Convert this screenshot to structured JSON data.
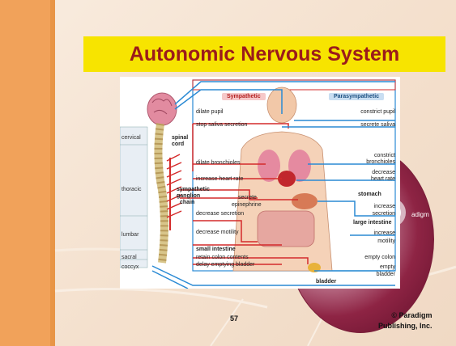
{
  "slide": {
    "title": "Autonomic Nervous System",
    "page_number": "57",
    "copyright_line1": "© Paradigm",
    "copyright_line2": "Publishing, Inc.",
    "disc_text": "adigm"
  },
  "figure": {
    "sympathetic_header": "Sympathetic",
    "parasympathetic_header": "Parasympathetic",
    "spine_regions": [
      "cervical",
      "thoracic",
      "lumbar",
      "sacral",
      "coccyx"
    ],
    "structure_labels": {
      "spinal_cord": [
        "spinal",
        "cord"
      ],
      "ganglion_chain": [
        "sympathetic",
        "ganglion",
        "chain"
      ],
      "stomach": "stomach",
      "large_intestine": "large intestine",
      "small_intestine": "small intestine",
      "bladder": "bladder"
    },
    "sympathetic_effects": [
      "dilate pupil",
      "stop saliva secretion",
      "dilate bronchioles",
      "increase heart rate",
      "secrete",
      "epinephrine",
      "decrease secretion",
      "decrease motility",
      "retain colon contents",
      "delay emptying bladder"
    ],
    "parasympathetic_effects": [
      "constrict pupil",
      "secrete saliva",
      "constrict",
      "bronchioles",
      "decrease",
      "heart rate",
      "increase",
      "secretion",
      "increase",
      "motility",
      "empty colon",
      "empty",
      "bladder"
    ],
    "colors": {
      "sympathetic": "#d42a2a",
      "parasympathetic": "#2a8ad4",
      "sympathetic_header_bg": "#f6c9c9",
      "parasympathetic_header_bg": "#c9def2"
    }
  }
}
